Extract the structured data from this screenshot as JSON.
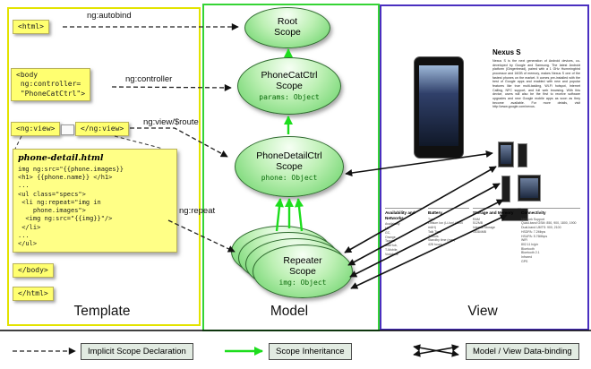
{
  "columns": {
    "template": "Template",
    "model": "Model",
    "view": "View"
  },
  "template": {
    "html_open": "<html>",
    "body_open": "<body\n ng:controller=\n \"PhoneCatCtrl\">",
    "ng_view_open": "<ng:view>",
    "ng_view_close": "</ng:view>",
    "code_title": "phone-detail.html",
    "code": "img ng:src=\"{{phone.images}}\n<h1> {{phone.name}} </h1>\n...\n<ul class=\"specs\">\n <li ng:repeat=\"img in\n    phone.images\">\n  <img ng:src=\"{{img}}\"/>\n </li>\n...\n</ul>",
    "body_close": "</body>",
    "html_close": "</html>"
  },
  "arrows": {
    "autobind": "ng:autobind",
    "controller": "ng:controller",
    "view_route": "ng:view/$route",
    "repeat": "ng:repeat"
  },
  "scopes": {
    "root": {
      "title": "Root\nScope"
    },
    "phonecat": {
      "title": "PhoneCatCtrl\nScope",
      "prop": "params: Object"
    },
    "phonedetail": {
      "title": "PhoneDetailCtrl\nScope",
      "prop": "phone: Object"
    },
    "repeater": {
      "title": "Repeater\nScope",
      "prop": "img: Object"
    }
  },
  "view_page": {
    "title": "Nexus S",
    "description": "Nexus S is the next generation of Android devices, co-developed by Google and Samsung. The latest Android platform (Gingerbread), paired with a 1 GHz Hummingbird processor and 16GB of memory, makes Nexus S one of the fastest phones on the market. It comes pre-installed with the best of Google apps and enabled with new and popular features like true multi-tasking, Wi-Fi hotspot, Internet Calling, NFC support, and full web browsing. With this device, users will also be the first to receive software upgrades and new Google mobile apps as soon as they become available. For more details, visit http://www.google.com/nexus.",
    "specs": [
      {
        "header": "Availability and Networks",
        "body": "Availability\nM7,\nGC,\nOrange,\nTangier,\nStarHub,\nT-Mobile,\nVodafone"
      },
      {
        "header": "Battery",
        "body": "Type\nLithium Ion (Li-Ion) (1500 mAH)\nTalk Time\n7 hours\nStandby time (max)\n428 hours"
      },
      {
        "header": "Storage and Memory",
        "body": "RAM\n512MB\nInternal Storage\n16384MB"
      },
      {
        "header": "Connectivity",
        "body": "Network Support\nQuad-band GSM: 850, 900, 1800, 1900\nDual-band UMTS: 900, 2100\nHSDPA: 7.2Mbps\nHSUPA: 5.76Mbps\nWiFi\n802.11 b/g/n\nBluetooth\nBluetooth 2.1\nInfrared\nGPS"
      }
    ]
  },
  "legend": {
    "implicit": "Implicit Scope Declaration",
    "inheritance": "Scope Inheritance",
    "databinding": "Model / View Data-binding"
  }
}
